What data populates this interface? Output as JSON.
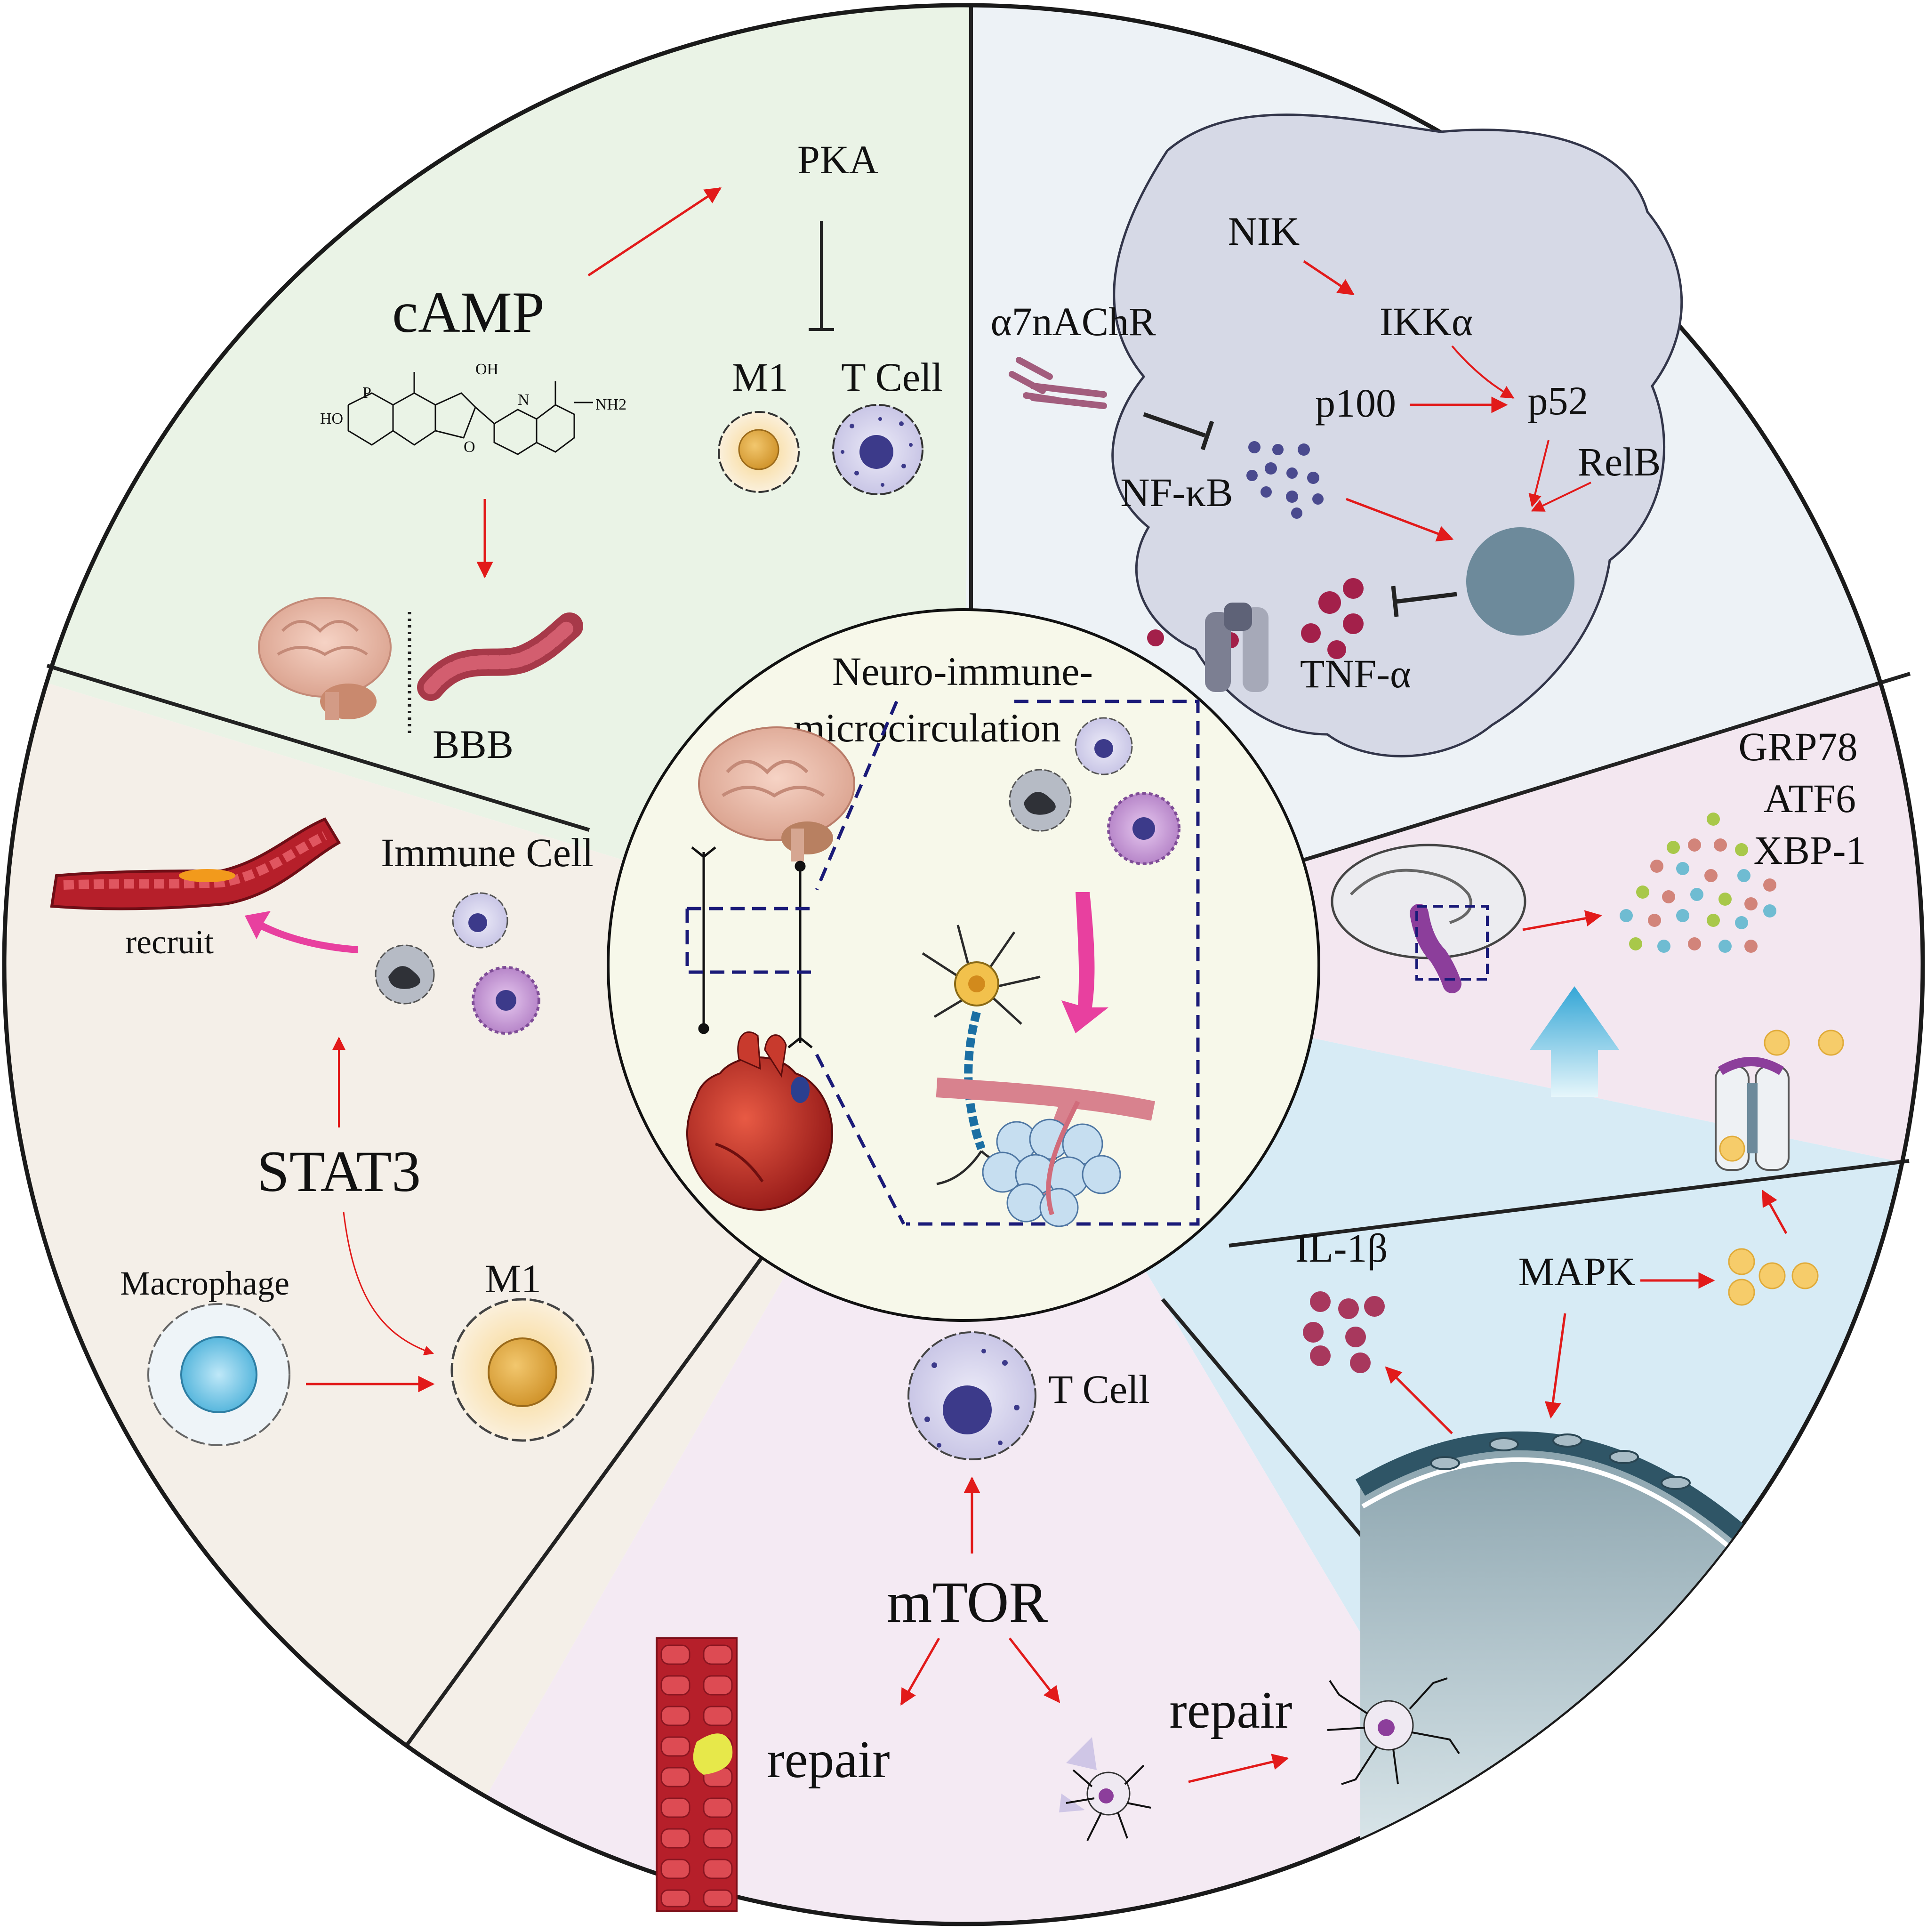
{
  "colors": {
    "camp_bg": "#eaf3e6",
    "nfkb_bg": "#edf2f6",
    "er_bg": "#f3e7f0",
    "mapk_bg": "#d7ebf5",
    "mtor_bg": "#f4eaf3",
    "stat3_bg": "#f4efe8",
    "center_bg": "#f7f8ea",
    "arrow_red": "#e21a1a",
    "arrow_pink": "#e8409f",
    "dash_navy": "#1a1a78"
  },
  "center": {
    "title_line1": "Neuro-immune-",
    "title_line2": "microcirculation"
  },
  "camp": {
    "title": "cAMP",
    "pka": "PKA",
    "m1": "M1",
    "tcell": "T Cell",
    "bbb": "BBB",
    "chem_oh": "OH",
    "chem_ho": "HO",
    "chem_nh2": "NH2",
    "chem_p": "P",
    "chem_o": "O",
    "chem_n": "N"
  },
  "nfkb": {
    "receptor": "α7nAChR",
    "nik": "NIK",
    "ikka": "IKKα",
    "p100": "p100",
    "p52": "p52",
    "relb": "RelB",
    "nfkb": "NF-κB",
    "tnf": "TNF-α"
  },
  "er": {
    "grp78": "GRP78",
    "atf6": "ATF6",
    "xbp1": "XBP-1"
  },
  "mapk": {
    "il1b": "IL-1β",
    "mapk": "MAPK"
  },
  "mtor": {
    "tcell": "T Cell",
    "mtor": "mTOR",
    "repair_left": "repair",
    "repair_right": "repair"
  },
  "stat3": {
    "immune_cell": "Immune Cell",
    "recruit": "recruit",
    "stat3": "STAT3",
    "macrophage": "Macrophage",
    "m1": "M1"
  }
}
